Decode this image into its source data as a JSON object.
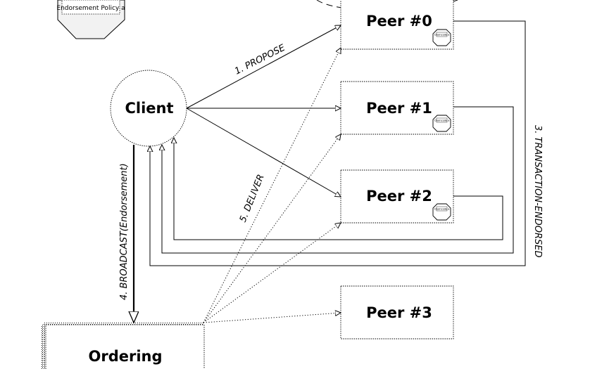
{
  "nodes": {
    "client": "Client",
    "peer0": "Peer #0",
    "peer1": "Peer #1",
    "peer2": "Peer #2",
    "peer3": "Peer #3",
    "ordering": "Ordering"
  },
  "policy": {
    "label": "Endorsement Policy a"
  },
  "badges": {
    "peer0": "Chaincode a",
    "peer1": "Chaincode a",
    "peer2": "Chaincode a"
  },
  "edges": {
    "propose": "1. PROPOSE",
    "endorsed": "3. TRANSACTION-ENDORSED",
    "broadcast": "4. BROADCAST(Endorsement)",
    "deliver": "5. DELIVER"
  }
}
